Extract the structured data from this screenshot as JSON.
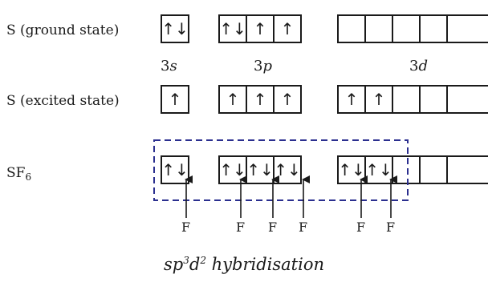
{
  "rows": {
    "ground": {
      "label": "S (ground state)"
    },
    "excited": {
      "label": "S (excited state)"
    },
    "sf6": {
      "label": "SF",
      "label_sub": "6"
    }
  },
  "orbital_labels": {
    "s": {
      "num": "3",
      "letter": "s"
    },
    "p": {
      "num": "3",
      "letter": "p"
    },
    "d": {
      "num": "3",
      "letter": "d"
    }
  },
  "electrons": {
    "ground": {
      "s": [
        "↑↓"
      ],
      "p": [
        "↑↓",
        "↑",
        "↑"
      ],
      "d": [
        "",
        "",
        "",
        "",
        ""
      ]
    },
    "excited": {
      "s": [
        "↑"
      ],
      "p": [
        "↑",
        "↑",
        "↑"
      ],
      "d": [
        "↑",
        "↑",
        "",
        "",
        ""
      ]
    },
    "sf6": {
      "s": [
        "↑↓"
      ],
      "p": [
        "↑↓",
        "↑↓",
        "↑↓"
      ],
      "d": [
        "↑↓",
        "↑↓",
        "",
        "",
        ""
      ]
    }
  },
  "fluorine_label": "F",
  "caption": {
    "pre": "sp",
    "sup1": "3",
    "mid": "d",
    "sup2": "2",
    "post": " hybridisation"
  },
  "colors": {
    "hybrid_outline": "#2b2f8f",
    "ink": "#1a1a1a"
  }
}
